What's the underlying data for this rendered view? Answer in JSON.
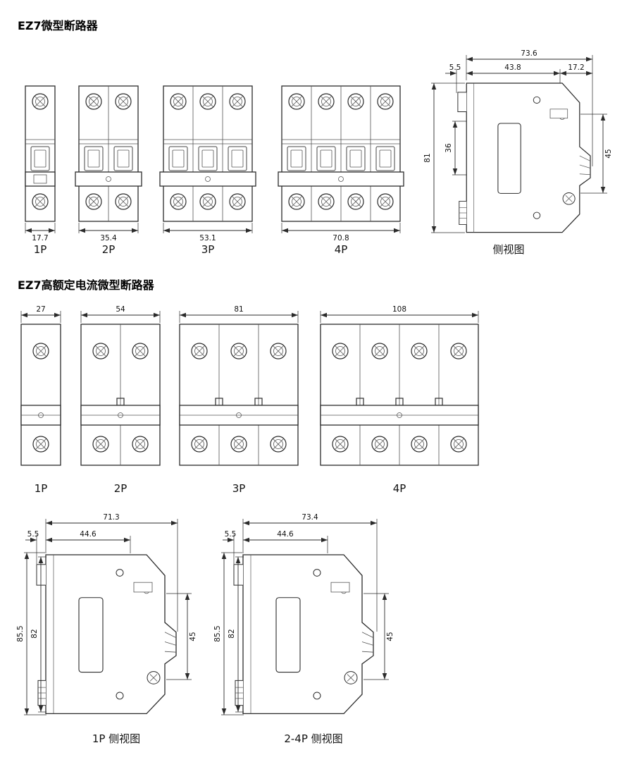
{
  "section1": {
    "title": "EZ7微型断路器",
    "side_view_label": "侧视图",
    "breakers": [
      {
        "label": "1P",
        "dim": "17.7"
      },
      {
        "label": "2P",
        "dim": "35.4"
      },
      {
        "label": "3P",
        "dim": "53.1"
      },
      {
        "label": "4P",
        "dim": "70.8"
      }
    ],
    "side_dims": {
      "total_depth": "73.6",
      "clip": "5.5",
      "body_depth": "43.8",
      "front_depth": "17.2",
      "height": "81",
      "clip_window": "36",
      "front_height": "45"
    }
  },
  "section2": {
    "title": "EZ7高额定电流微型断路器",
    "breakers": [
      {
        "label": "1P",
        "dim": "27"
      },
      {
        "label": "2P",
        "dim": "54"
      },
      {
        "label": "3P",
        "dim": "81"
      },
      {
        "label": "4P",
        "dim": "108"
      }
    ],
    "side_views": [
      {
        "label": "1P 侧视图",
        "dims": {
          "total_depth": "71.3",
          "clip": "5.5",
          "body_depth": "44.6",
          "height_total": "85.5",
          "height_body": "82",
          "front_height": "45"
        }
      },
      {
        "label": "2-4P 侧视图",
        "dims": {
          "total_depth": "73.4",
          "clip": "5.5",
          "body_depth": "44.6",
          "height_total": "85.5",
          "height_body": "82",
          "front_height": "45"
        }
      }
    ]
  }
}
